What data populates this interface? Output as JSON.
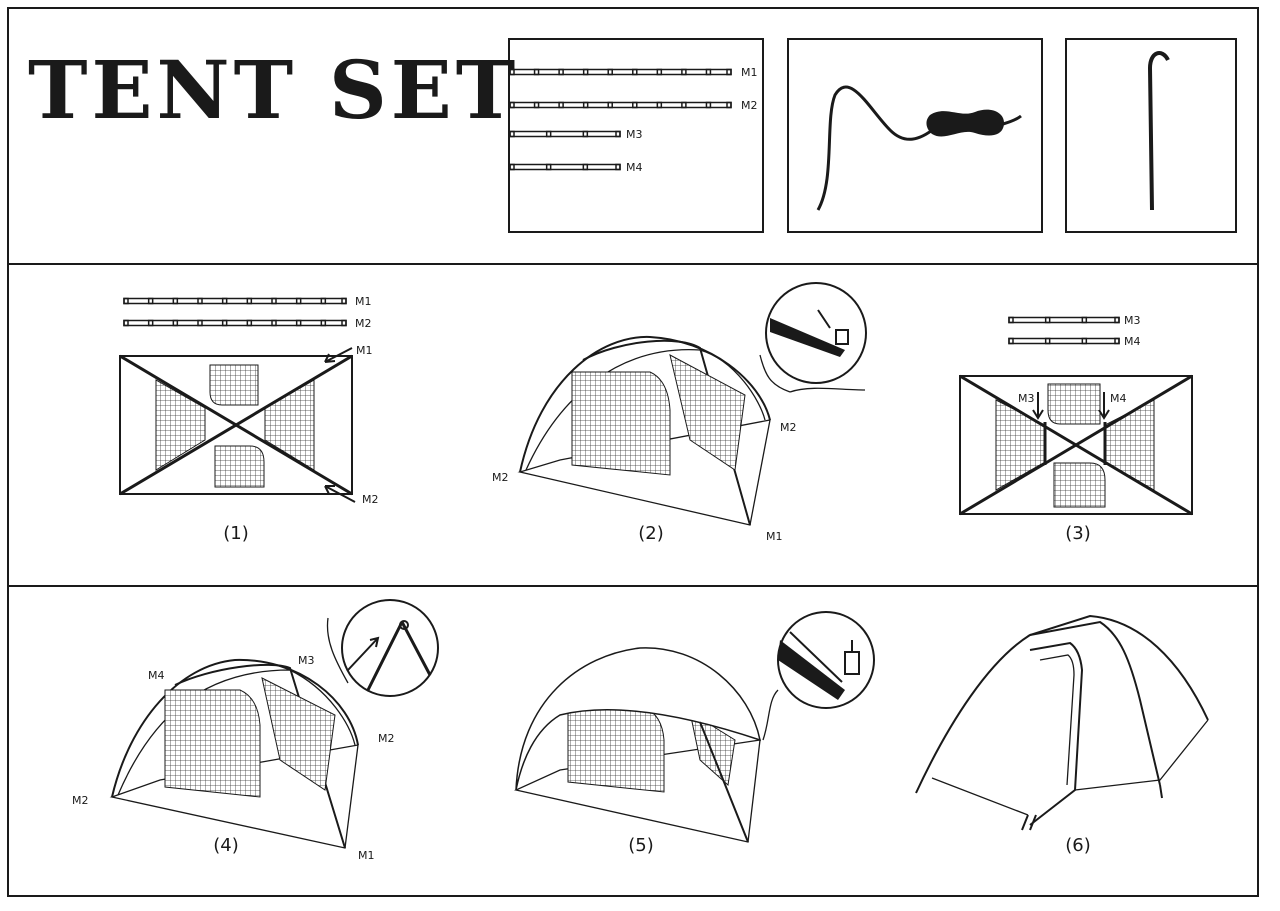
{
  "title": "TENT SET",
  "parts": {
    "poles": [
      "M1",
      "M2",
      "M3",
      "M4"
    ],
    "guy_rope": "guy-rope",
    "stake": "tent-stake"
  },
  "steps": [
    {
      "label": "(1)",
      "poles": [
        "M1",
        "M2"
      ],
      "callouts": [
        "M1",
        "M2"
      ]
    },
    {
      "label": "(2)",
      "callouts": [
        "M2",
        "M2",
        "M1"
      ]
    },
    {
      "label": "(3)",
      "poles": [
        "M3",
        "M4"
      ],
      "callouts": [
        "M3",
        "M4"
      ]
    },
    {
      "label": "(4)",
      "callouts": [
        "M4",
        "M3",
        "M2",
        "M2",
        "M1"
      ]
    },
    {
      "label": "(5)"
    },
    {
      "label": "(6)"
    }
  ]
}
